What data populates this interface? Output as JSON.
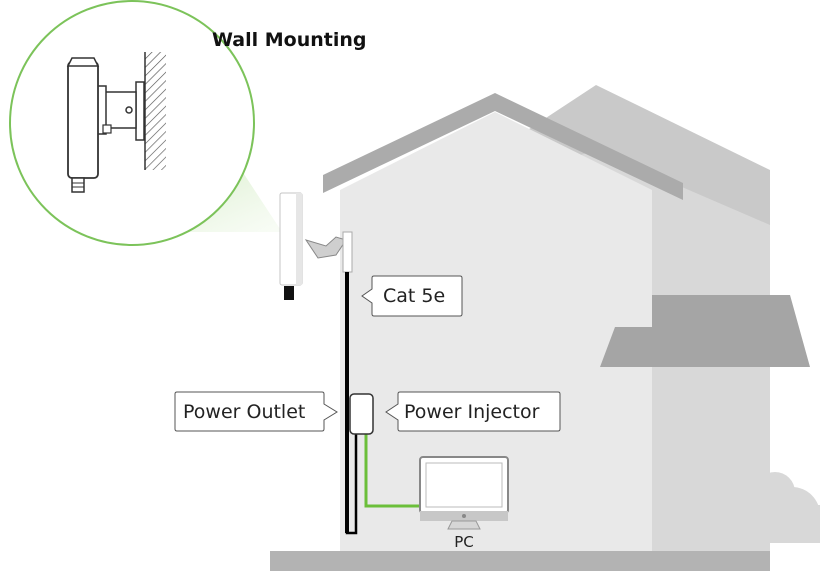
{
  "diagram": {
    "inset_title": "Wall Mounting",
    "labels": {
      "cable": "Cat 5e",
      "power_outlet": "Power Outlet",
      "power_injector": "Power Injector",
      "pc": "PC"
    },
    "colors": {
      "house_front": "#e9e9e9",
      "house_back": "#d6d6d6",
      "roof": "#a9a9a9",
      "ground": "#b3b3b3",
      "ethernet_cable": "#000000",
      "lan_cable": "#6bbf3a",
      "inset_border": "#7cc35a"
    }
  }
}
